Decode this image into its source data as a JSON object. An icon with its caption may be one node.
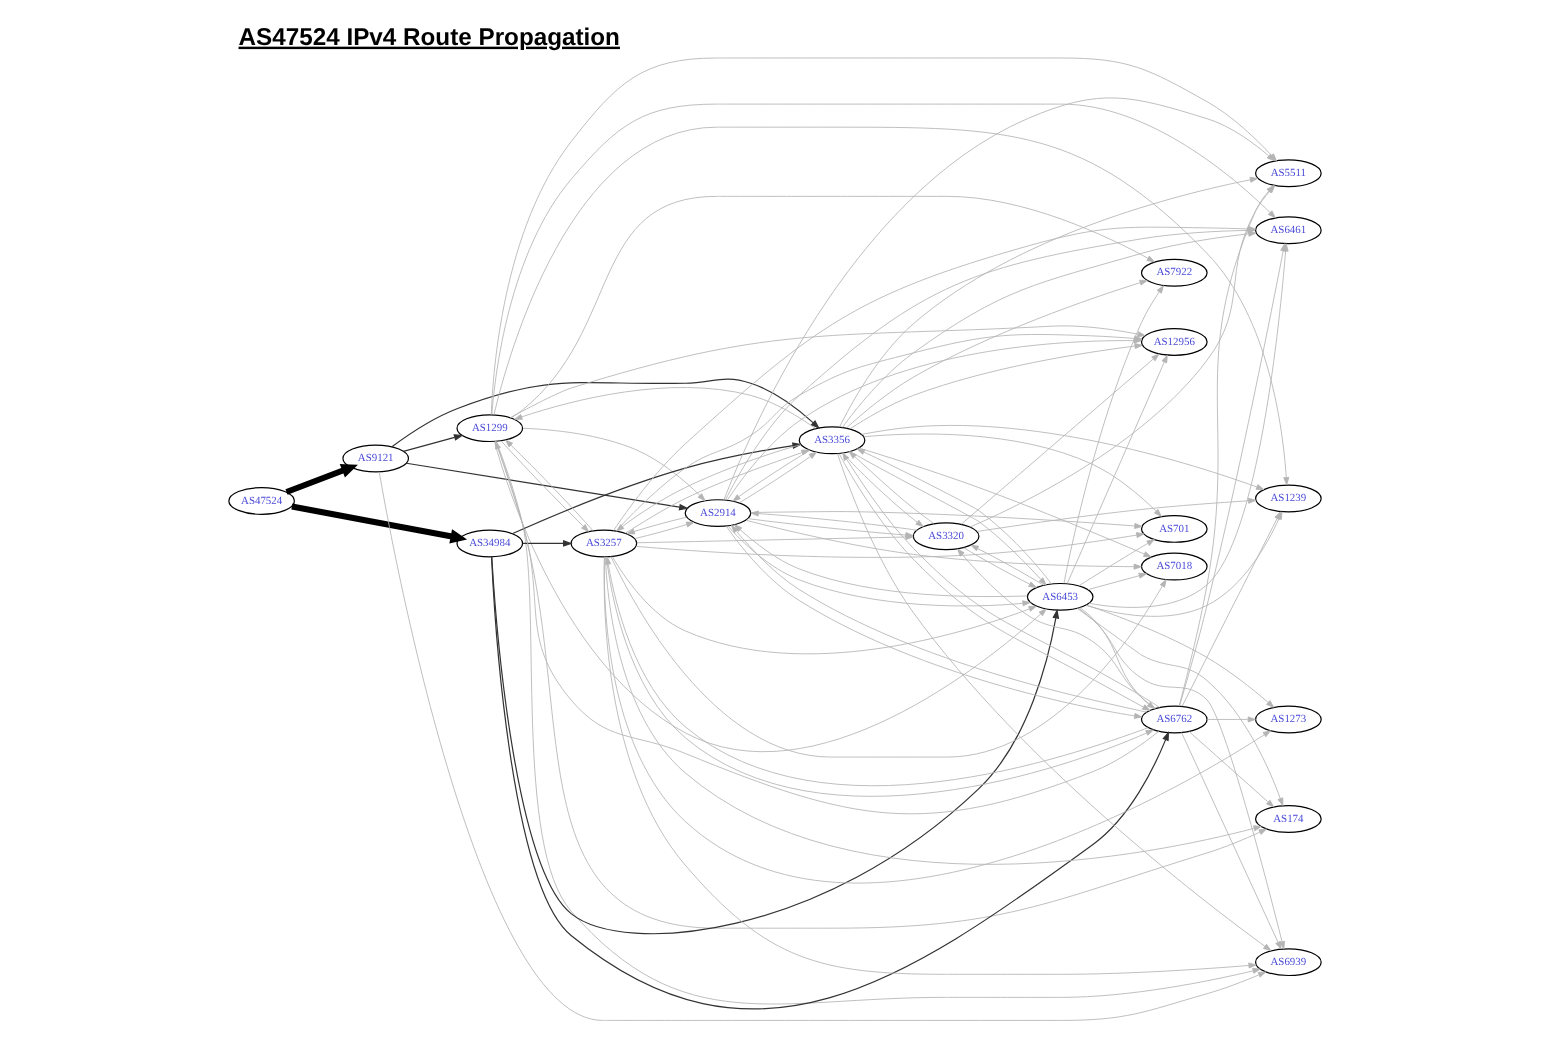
{
  "diagram": {
    "title": "AS47524 IPv4 Route Propagation",
    "nodes": [
      {
        "text": [
          "AS47524"
        ]
      },
      {
        "text": [
          "AS9121"
        ]
      },
      {
        "text": [
          "AS1299"
        ]
      },
      {
        "text": [
          "AS34984"
        ]
      },
      {
        "text": [
          "AS3257"
        ]
      },
      {
        "text": [
          "AS2914"
        ]
      },
      {
        "text": [
          "AS3356"
        ]
      },
      {
        "text": [
          "AS3320"
        ]
      },
      {
        "text": [
          "AS12956"
        ]
      },
      {
        "text": [
          "AS6939"
        ]
      },
      {
        "text": [
          "AS5511"
        ]
      },
      {
        "text": [
          "AS1239"
        ]
      },
      {
        "text": [
          "AS6762"
        ]
      },
      {
        "text": [
          "AS6453"
        ]
      },
      {
        "text": [
          "AS174"
        ]
      },
      {
        "text": [
          "AS1273"
        ]
      },
      {
        "text": [
          "AS7922"
        ]
      },
      {
        "text": [
          "AS701"
        ]
      },
      {
        "text": [
          "AS7018"
        ]
      },
      {
        "text": [
          "AS6461"
        ]
      }
    ],
    "edges": [
      {
        "from": 0,
        "to": 1,
        "arrow": "to",
        "style": "thick",
        "color": "#000000"
      },
      {
        "from": 0,
        "to": 3,
        "arrow": "to",
        "style": "thick",
        "color": "#000000"
      },
      {
        "from": 1,
        "to": 2,
        "arrow": "to",
        "color": "#333333"
      },
      {
        "from": 1,
        "to": 6,
        "arrow": "to",
        "color": "#333333"
      },
      {
        "from": 1,
        "to": 5,
        "arrow": "to",
        "color": "#333333"
      },
      {
        "from": 3,
        "to": 6,
        "arrow": "to",
        "color": "#333333"
      },
      {
        "from": 3,
        "to": 4,
        "arrow": "to",
        "color": "#333333"
      },
      {
        "from": 3,
        "to": 13,
        "arrow": "to",
        "color": "#333333"
      },
      {
        "from": 3,
        "to": 12,
        "arrow": "to",
        "color": "#333333"
      },
      {
        "from": 1,
        "to": 9,
        "arrow": "to"
      },
      {
        "from": 2,
        "to": 9,
        "arrow": "to"
      },
      {
        "from": 2,
        "to": 8,
        "arrow": "to"
      },
      {
        "from": 2,
        "to": 10,
        "arrow": "to"
      },
      {
        "from": 2,
        "to": 11,
        "arrow": "to"
      },
      {
        "from": 2,
        "to": 4,
        "arrow": "to"
      },
      {
        "from": 2,
        "to": 5,
        "arrow": "to"
      },
      {
        "from": 2,
        "to": 13,
        "arrow": "to"
      },
      {
        "from": 2,
        "to": 14,
        "arrow": "to"
      },
      {
        "from": 2,
        "to": 16,
        "arrow": "to"
      },
      {
        "from": 2,
        "to": 19,
        "arrow": "to"
      },
      {
        "from": 4,
        "to": 2,
        "arrow": "to"
      },
      {
        "from": 4,
        "to": 5,
        "arrow": "to"
      },
      {
        "from": 4,
        "to": 6,
        "arrow": "to"
      },
      {
        "from": 4,
        "to": 7,
        "arrow": "to"
      },
      {
        "from": 4,
        "to": 8,
        "arrow": "to"
      },
      {
        "from": 4,
        "to": 12,
        "arrow": "to"
      },
      {
        "from": 4,
        "to": 13,
        "arrow": "to"
      },
      {
        "from": 4,
        "to": 14,
        "arrow": "to"
      },
      {
        "from": 4,
        "to": 15,
        "arrow": "to"
      },
      {
        "from": 4,
        "to": 17,
        "arrow": "to"
      },
      {
        "from": 4,
        "to": 18,
        "arrow": "to"
      },
      {
        "from": 4,
        "to": 19,
        "arrow": "to"
      },
      {
        "from": 4,
        "to": 9,
        "arrow": "to"
      },
      {
        "from": 5,
        "to": 4,
        "arrow": "to"
      },
      {
        "from": 5,
        "to": 6,
        "arrow": "to"
      },
      {
        "from": 5,
        "to": 7,
        "arrow": "to"
      },
      {
        "from": 5,
        "to": 13,
        "arrow": "to"
      },
      {
        "from": 5,
        "to": 12,
        "arrow": "to"
      },
      {
        "from": 5,
        "to": 17,
        "arrow": "to"
      },
      {
        "from": 5,
        "to": 18,
        "arrow": "to"
      },
      {
        "from": 5,
        "to": 19,
        "arrow": "to"
      },
      {
        "from": 5,
        "to": 8,
        "arrow": "to"
      },
      {
        "from": 5,
        "to": 10,
        "arrow": "to"
      },
      {
        "from": 6,
        "to": 2,
        "arrow": "to"
      },
      {
        "from": 6,
        "to": 4,
        "arrow": "to"
      },
      {
        "from": 6,
        "to": 5,
        "arrow": "to"
      },
      {
        "from": 6,
        "to": 7,
        "arrow": "to"
      },
      {
        "from": 6,
        "to": 8,
        "arrow": "to"
      },
      {
        "from": 6,
        "to": 9,
        "arrow": "to"
      },
      {
        "from": 6,
        "to": 10,
        "arrow": "to"
      },
      {
        "from": 6,
        "to": 11,
        "arrow": "to"
      },
      {
        "from": 6,
        "to": 12,
        "arrow": "to"
      },
      {
        "from": 6,
        "to": 13,
        "arrow": "to"
      },
      {
        "from": 6,
        "to": 17,
        "arrow": "to"
      },
      {
        "from": 6,
        "to": 18,
        "arrow": "to"
      },
      {
        "from": 6,
        "to": 19,
        "arrow": "to"
      },
      {
        "from": 6,
        "to": 16,
        "arrow": "to"
      },
      {
        "from": 7,
        "to": 6,
        "arrow": "to"
      },
      {
        "from": 7,
        "to": 8,
        "arrow": "to"
      },
      {
        "from": 7,
        "to": 10,
        "arrow": "to"
      },
      {
        "from": 7,
        "to": 11,
        "arrow": "to"
      },
      {
        "from": 7,
        "to": 13,
        "arrow": "to"
      },
      {
        "from": 7,
        "to": 5,
        "arrow": "to"
      },
      {
        "from": 12,
        "to": 6,
        "arrow": "to"
      },
      {
        "from": 12,
        "to": 2,
        "arrow": "to"
      },
      {
        "from": 12,
        "to": 4,
        "arrow": "to"
      },
      {
        "from": 12,
        "to": 5,
        "arrow": "to"
      },
      {
        "from": 12,
        "to": 9,
        "arrow": "to"
      },
      {
        "from": 12,
        "to": 10,
        "arrow": "to"
      },
      {
        "from": 12,
        "to": 11,
        "arrow": "to"
      },
      {
        "from": 12,
        "to": 14,
        "arrow": "to"
      },
      {
        "from": 12,
        "to": 15,
        "arrow": "to"
      },
      {
        "from": 12,
        "to": 19,
        "arrow": "to"
      },
      {
        "from": 12,
        "to": 7,
        "arrow": "to"
      },
      {
        "from": 13,
        "to": 6,
        "arrow": "to"
      },
      {
        "from": 13,
        "to": 5,
        "arrow": "to"
      },
      {
        "from": 13,
        "to": 7,
        "arrow": "to"
      },
      {
        "from": 13,
        "to": 8,
        "arrow": "to"
      },
      {
        "from": 13,
        "to": 12,
        "arrow": "to"
      },
      {
        "from": 13,
        "to": 14,
        "arrow": "to"
      },
      {
        "from": 13,
        "to": 15,
        "arrow": "to"
      },
      {
        "from": 13,
        "to": 16,
        "arrow": "to"
      },
      {
        "from": 13,
        "to": 17,
        "arrow": "to"
      },
      {
        "from": 13,
        "to": 18,
        "arrow": "to"
      },
      {
        "from": 13,
        "to": 19,
        "arrow": "to"
      },
      {
        "from": 13,
        "to": 11,
        "arrow": "to"
      },
      {
        "from": 13,
        "to": 9,
        "arrow": "to"
      }
    ]
  }
}
